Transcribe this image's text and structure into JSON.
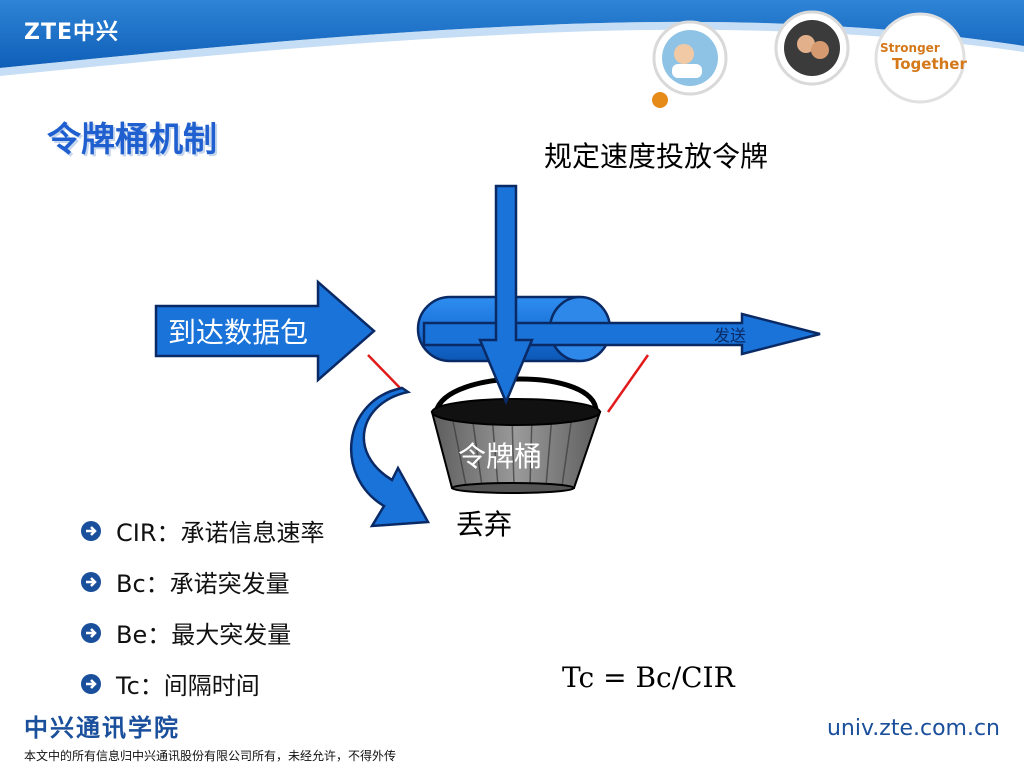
{
  "header": {
    "logo_text": "ZTE中兴",
    "slogan_line1": "Stronger",
    "slogan_line2": "Together",
    "colors": {
      "band": "#1b6fc8",
      "accent": "#e68a1a"
    }
  },
  "slide": {
    "title": "令牌桶机制"
  },
  "diagram": {
    "token_source_label": "规定速度投放令牌",
    "arriving_packets_label": "到达数据包",
    "send_label": "发送",
    "bucket_label": "令牌桶",
    "discard_label": "丢弃",
    "colors": {
      "arrow_fill": "#1a73d9",
      "arrow_stroke": "#0a2a66",
      "bucket": "#7d7d7d",
      "red_line": "#e11b1b"
    }
  },
  "bullets": [
    {
      "text": "CIR：承诺信息速率"
    },
    {
      "text": "Bc：承诺突发量"
    },
    {
      "text": "Be：最大突发量"
    },
    {
      "text": "Tc：间隔时间"
    }
  ],
  "formula": "Tc = Bc/CIR",
  "footer": {
    "org_name": "中兴通讯学院",
    "copyright": "本文中的所有信息归中兴通讯股份有限公司所有，未经允许，不得外传",
    "url": "univ.zte.com.cn"
  }
}
